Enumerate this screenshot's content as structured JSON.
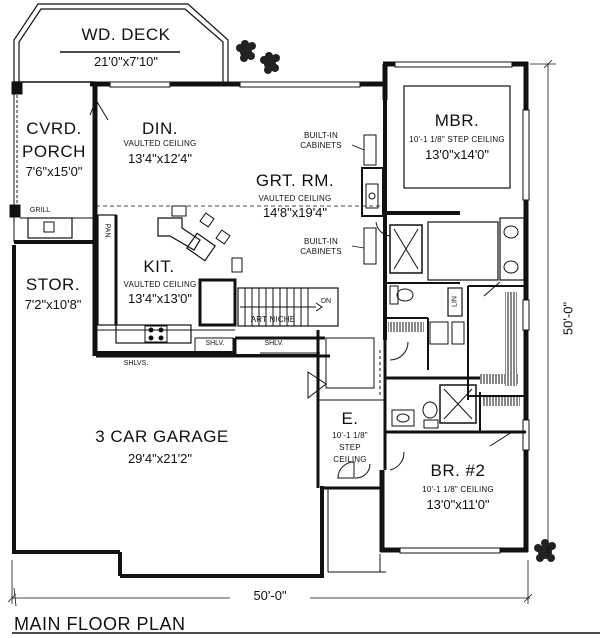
{
  "plan_title": "MAIN FLOOR PLAN",
  "rooms": {
    "deck": {
      "name": "WD. DECK",
      "size": "21'0\"x7'10\""
    },
    "dining": {
      "name": "DIN.",
      "note": "VAULTED CEILING",
      "size": "13'4\"x12'4\""
    },
    "covered_porch": {
      "name_line1": "CVRD.",
      "name_line2": "PORCH",
      "size": "7'6\"x15'0\""
    },
    "great_room": {
      "name": "GRT. RM.",
      "note": "VAULTED CEILING",
      "size": "14'8\"x19'4\""
    },
    "master": {
      "name": "MBR.",
      "note": "10'-1 1/8\" STEP CEILING",
      "size": "13'0\"x14'0\""
    },
    "kitchen": {
      "name": "KIT.",
      "note": "VAULTED CEILING",
      "size": "13'4\"x13'0\""
    },
    "storage": {
      "name": "STOR.",
      "size": "7'2\"x10'8\""
    },
    "garage": {
      "name": "3 CAR GARAGE",
      "size": "29'4\"x21'2\""
    },
    "entry": {
      "name": "E.",
      "note_line1": "10'-1 1/8\"",
      "note_line2": "STEP",
      "note_line3": "CEILING"
    },
    "bedroom2": {
      "name": "BR. #2",
      "note": "10'-1 1/8\" CEILING",
      "size": "13'0\"x11'0\""
    }
  },
  "labels": {
    "grill": "GRILL",
    "pantry": "PAN.",
    "built_in_1_line1": "BUILT-IN",
    "built_in_1_line2": "CABINETS",
    "built_in_2_line1": "BUILT-IN",
    "built_in_2_line2": "CABINETS",
    "art_niche": "ART NICHE",
    "stair_dn": "DN",
    "shelves_1": "SHLVS.",
    "shelf_2": "SHLV.",
    "shelf_3": "SHLV.",
    "linen": "LIN"
  },
  "dimensions": {
    "width": "50'-0\"",
    "depth": "50'-0\""
  }
}
